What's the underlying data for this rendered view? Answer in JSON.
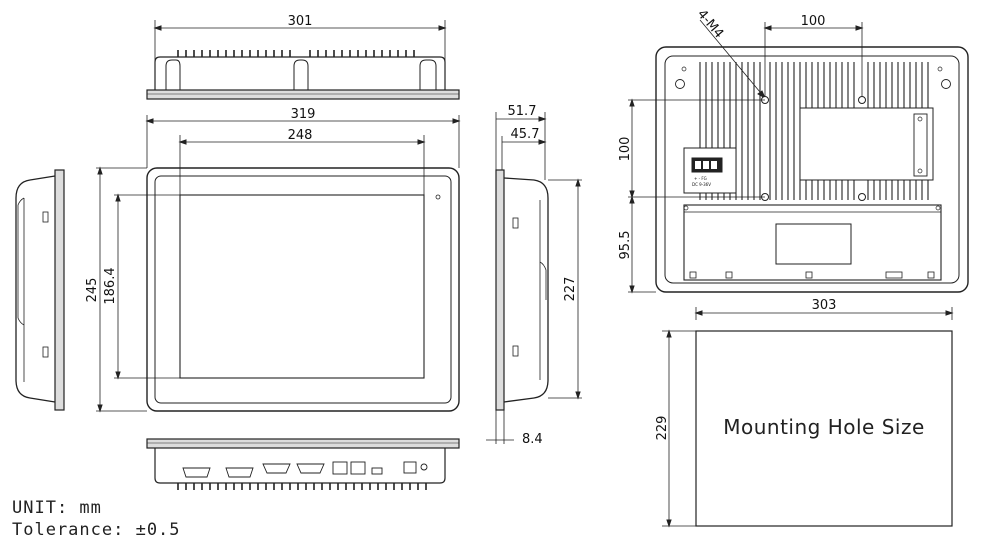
{
  "dimensions": {
    "top_width": "301",
    "front_width": "319",
    "screen_width": "248",
    "front_height": "245",
    "screen_height": "186.4",
    "depth_total": "51.7",
    "depth_body": "45.7",
    "side_height": "227",
    "bezel_thickness": "8.4",
    "back_screw_spacing_h": "100",
    "back_screw_label": "4-M4",
    "back_screw_spacing_v": "100",
    "back_lower_offset": "95.5",
    "cutout_width": "303",
    "cutout_height": "229"
  },
  "labels": {
    "mounting_hole": "Mounting Hole Size",
    "unit": "UNIT: mm",
    "tolerance": "Tolerance: ±0.5",
    "power_label_1": "+ - FG",
    "power_label_2": "DC 9-36V"
  }
}
